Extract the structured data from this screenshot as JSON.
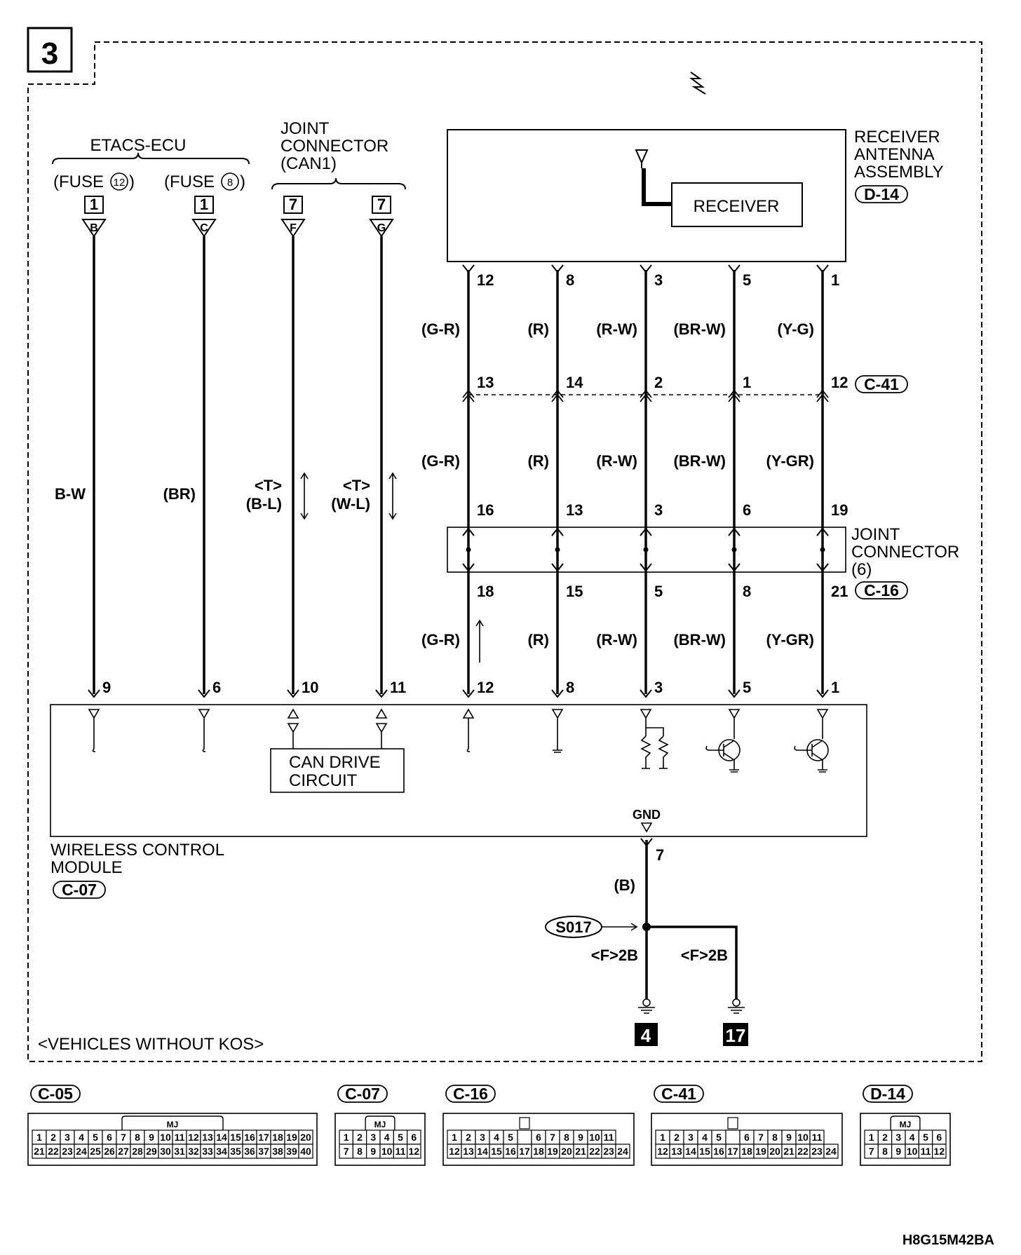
{
  "page_badge": "3",
  "etacs": {
    "label": "ETACS-ECU",
    "fuse_a": "(FUSE",
    "fuse_a_num": "12",
    "fuse_b": "(FUSE",
    "fuse_b_num": "8",
    "close": ")",
    "conn_a": "1",
    "pin_a": "B",
    "conn_b": "1",
    "pin_b": "C"
  },
  "joint_can1": {
    "line1": "JOINT",
    "line2": "CONNECTOR",
    "line3": "(CAN1)",
    "conn_f": "7",
    "pin_f": "F",
    "conn_g": "7",
    "pin_g": "G"
  },
  "receiver_assembly": {
    "line1": "RECEIVER",
    "line2": "ANTENNA",
    "line3": "ASSEMBLY",
    "connector": "D-14",
    "receiver_label": "RECEIVER"
  },
  "left_wires": [
    {
      "color": "B-W",
      "tag": "",
      "pin": "9"
    },
    {
      "color": "(BR)",
      "tag": "",
      "pin": "6"
    },
    {
      "color": "(B-L)",
      "tag": "<T>",
      "pin": "10"
    },
    {
      "color": "(W-L)",
      "tag": "<T>",
      "pin": "11"
    }
  ],
  "right_wires": [
    {
      "rx_pin": "12",
      "c41_pin": "13",
      "c16_in": "16",
      "c16_out": "18",
      "mod_pin": "12",
      "color1": "(G-R)",
      "color2": "(G-R)",
      "color3": "(G-R)"
    },
    {
      "rx_pin": "8",
      "c41_pin": "14",
      "c16_in": "13",
      "c16_out": "15",
      "mod_pin": "8",
      "color1": "(R)",
      "color2": "(R)",
      "color3": "(R)"
    },
    {
      "rx_pin": "3",
      "c41_pin": "2",
      "c16_in": "3",
      "c16_out": "5",
      "mod_pin": "3",
      "color1": "(R-W)",
      "color2": "(R-W)",
      "color3": "(R-W)"
    },
    {
      "rx_pin": "5",
      "c41_pin": "1",
      "c16_in": "6",
      "c16_out": "8",
      "mod_pin": "5",
      "color1": "(BR-W)",
      "color2": "(BR-W)",
      "color3": "(BR-W)"
    },
    {
      "rx_pin": "1",
      "c41_pin": "12",
      "c16_in": "19",
      "c16_out": "21",
      "mod_pin": "1",
      "color1": "(Y-G)",
      "color2": "(Y-GR)",
      "color3": "(Y-GR)"
    }
  ],
  "c41_label": "C-41",
  "joint6": {
    "line1": "JOINT",
    "line2": "CONNECTOR",
    "line3": "(6)",
    "connector": "C-16"
  },
  "module": {
    "line1": "WIRELESS CONTROL",
    "line2": "MODULE",
    "connector": "C-07",
    "can_line1": "CAN DRIVE",
    "can_line2": "CIRCUIT",
    "gnd": "GND"
  },
  "ground": {
    "pin": "7",
    "color": "(B)",
    "splice": "S017",
    "left_tag": "<F>2B",
    "right_tag": "<F>2B",
    "ref_left": "4",
    "ref_right": "17"
  },
  "footer_note": "<VEHICLES WITHOUT KOS>",
  "diagram_code": "H8G15M42BA",
  "connector_views": [
    {
      "label": "C-05",
      "mark": "MJ",
      "row1": [
        "1",
        "2",
        "3",
        "4",
        "5",
        "6",
        "7",
        "8",
        "9",
        "10",
        "11",
        "12",
        "13",
        "14",
        "15",
        "16",
        "17",
        "18",
        "19",
        "20"
      ],
      "row2": [
        "21",
        "22",
        "23",
        "24",
        "25",
        "26",
        "27",
        "28",
        "29",
        "30",
        "31",
        "32",
        "33",
        "34",
        "35",
        "36",
        "37",
        "38",
        "39",
        "40"
      ]
    },
    {
      "label": "C-07",
      "mark": "MJ",
      "row1": [
        "1",
        "2",
        "3",
        "4",
        "5",
        "6"
      ],
      "row2": [
        "7",
        "8",
        "9",
        "10",
        "11",
        "12"
      ]
    },
    {
      "label": "C-16",
      "mark": "",
      "row1": [
        "1",
        "2",
        "3",
        "4",
        "5",
        "",
        "6",
        "7",
        "8",
        "9",
        "10",
        "11"
      ],
      "row2": [
        "12",
        "13",
        "14",
        "15",
        "16",
        "17",
        "18",
        "19",
        "20",
        "21",
        "22",
        "23",
        "24"
      ]
    },
    {
      "label": "C-41",
      "mark": "",
      "row1": [
        "1",
        "2",
        "3",
        "4",
        "5",
        "",
        "6",
        "7",
        "8",
        "9",
        "10",
        "11"
      ],
      "row2": [
        "12",
        "13",
        "14",
        "15",
        "16",
        "17",
        "18",
        "19",
        "20",
        "21",
        "22",
        "23",
        "24"
      ]
    },
    {
      "label": "D-14",
      "mark": "MJ",
      "row1": [
        "1",
        "2",
        "3",
        "4",
        "5",
        "6"
      ],
      "row2": [
        "7",
        "8",
        "9",
        "10",
        "11",
        "12"
      ]
    }
  ]
}
